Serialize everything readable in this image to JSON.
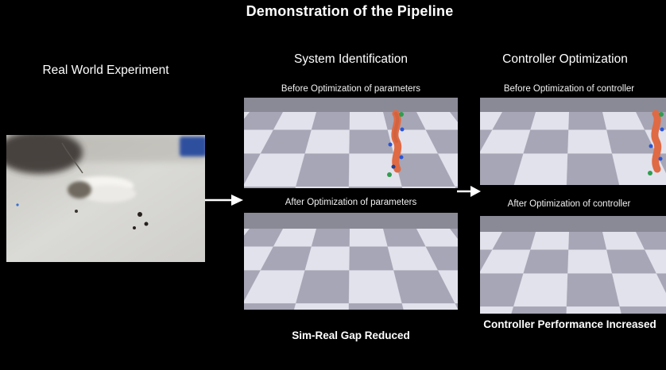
{
  "title": "Demonstration of the Pipeline",
  "real_world": {
    "heading": "Real World Experiment"
  },
  "system_identification": {
    "heading": "System Identification",
    "before": "Before Optimization of parameters",
    "after": "After Optimization of parameters",
    "caption": "Sim-Real Gap Reduced"
  },
  "controller_optimization": {
    "heading": "Controller Optimization",
    "before": "Before Optimization of controller",
    "after": "After Optimization of controller",
    "caption": "Controller Performance Increased"
  },
  "colors": {
    "background": "#000000",
    "text": "#ffffff",
    "floor_light": "#e2e2ec",
    "floor_dark": "#a6a6b6",
    "sim_horizon": "#8a8a96",
    "fish_body": "#df6a44",
    "marker_green": "#2f9e4e",
    "marker_blue": "#2b55d6",
    "real_tank": "#d6d5d1",
    "real_clamp_blue": "#2e4f9e"
  }
}
